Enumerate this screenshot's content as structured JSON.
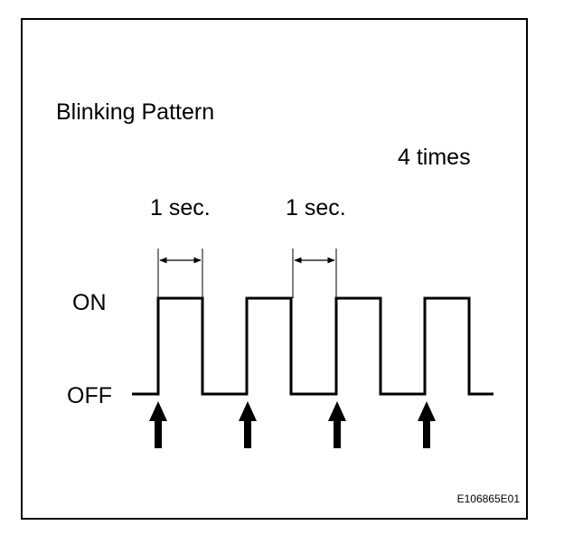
{
  "title": "Blinking Pattern",
  "count_label": "4 times",
  "interval_labels": [
    "1 sec.",
    "1 sec."
  ],
  "state_labels": {
    "on": "ON",
    "off": "OFF"
  },
  "figure_code": "E106865E01",
  "pulse_count": 4
}
